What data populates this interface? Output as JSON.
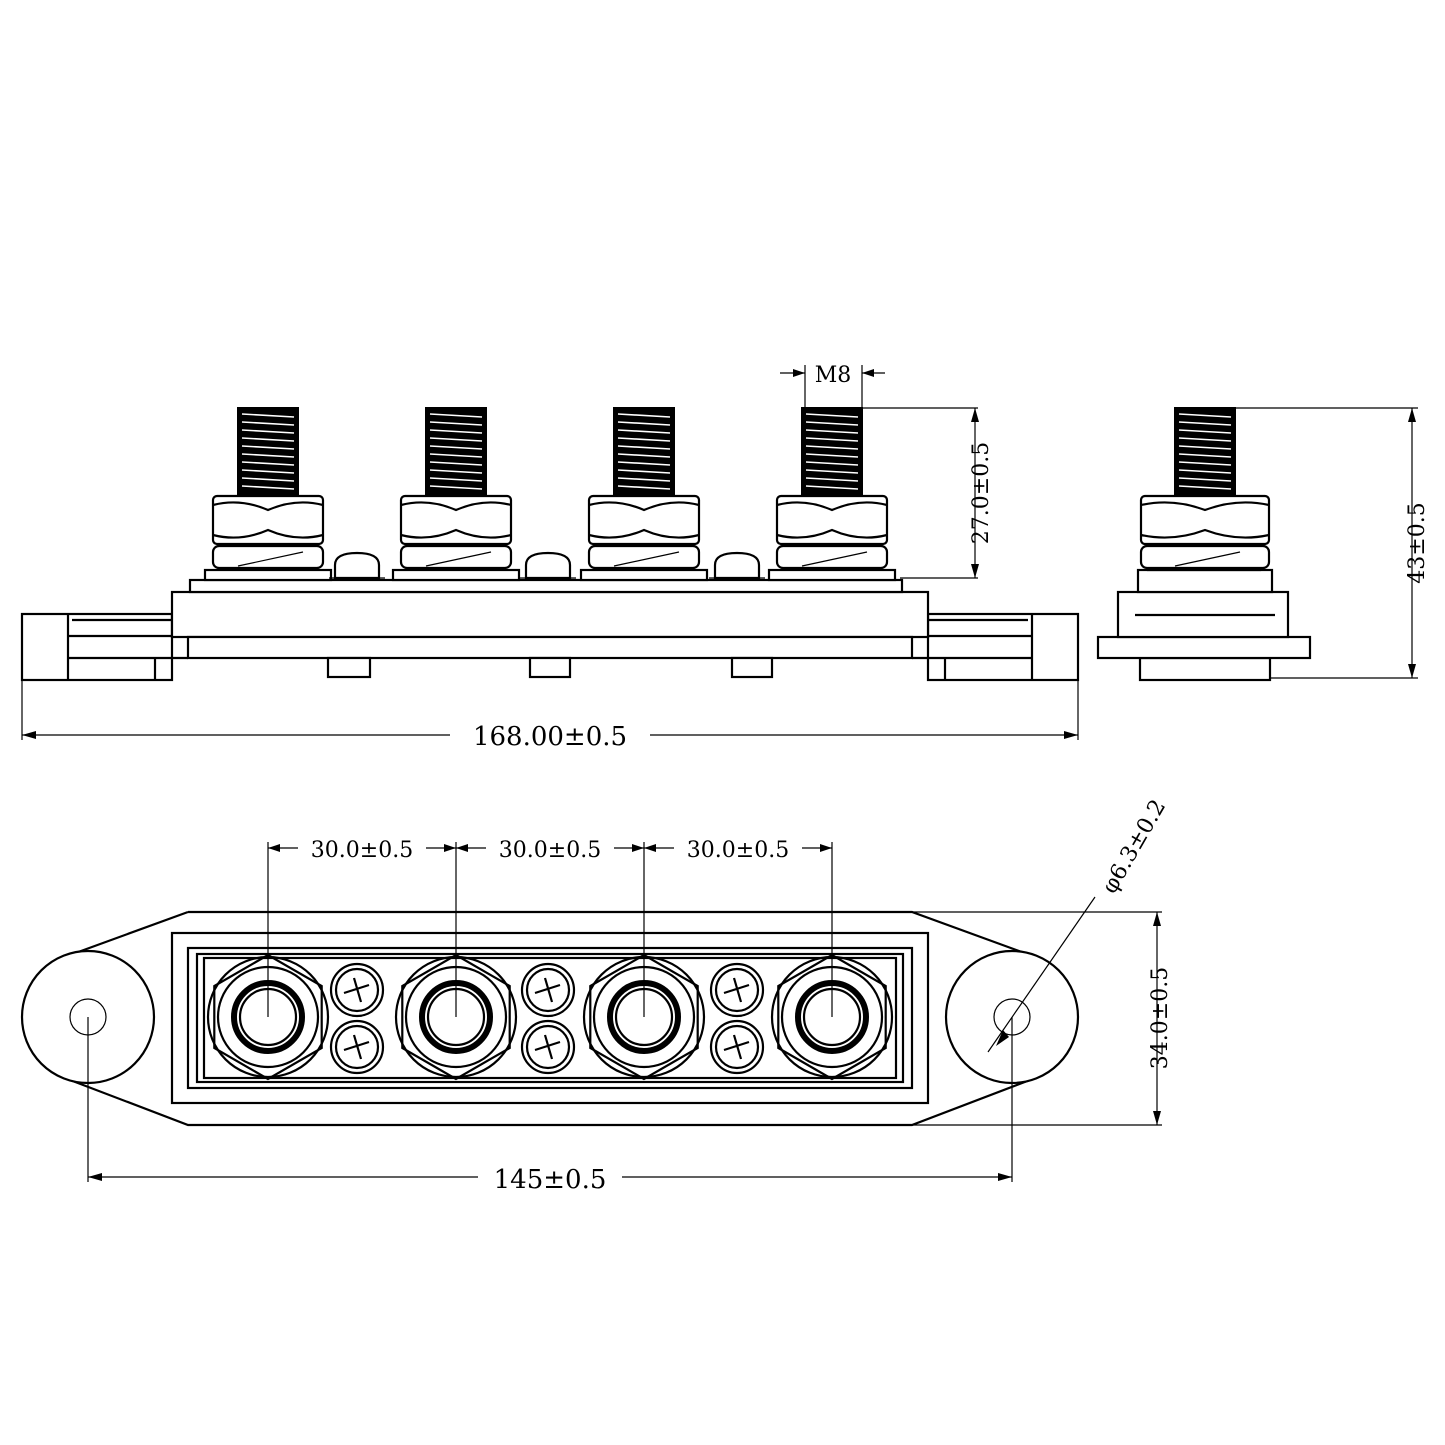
{
  "front_view": {
    "overall_length": "168.00±0.5",
    "thread_length": "27.0±0.5",
    "thread_size": "M8",
    "stud_count": 4
  },
  "side_view": {
    "overall_height": "43±0.5"
  },
  "top_view": {
    "stud_spacings": [
      "30.0±0.5",
      "30.0±0.5",
      "30.0±0.5"
    ],
    "width": "34.0±0.5",
    "mount_hole_spacing": "145±0.5",
    "mount_hole_diameter": "φ6.3±0.2"
  }
}
